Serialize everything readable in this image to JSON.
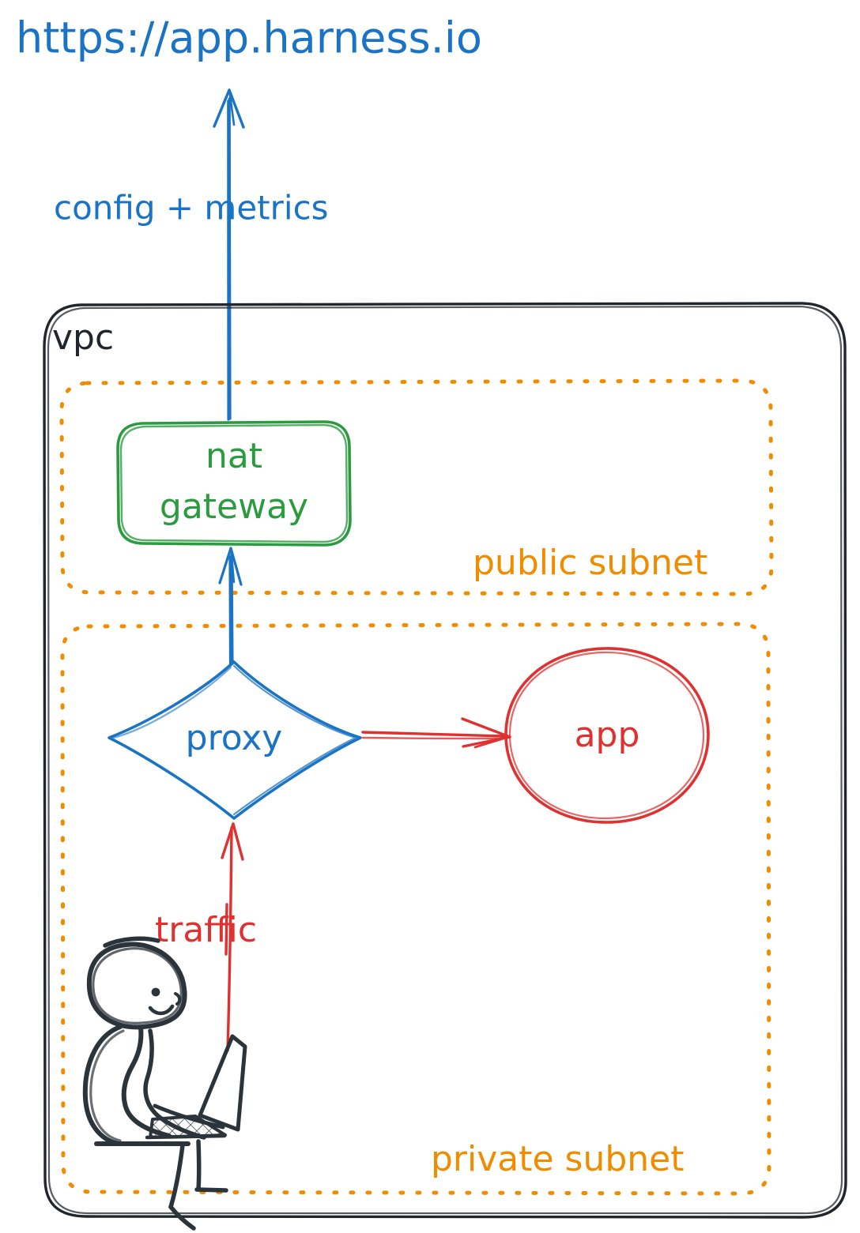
{
  "diagram": {
    "title": "Harness VPC network architecture sketch",
    "style": "hand-drawn whiteboard sketch",
    "colors": {
      "blue": "#1a73c4",
      "green": "#2b9b3f",
      "red": "#e03131",
      "orange": "#f08c00",
      "ink": "#2b333b",
      "background": "#ffffff"
    },
    "external": {
      "url_label": "https://app.harness.io",
      "url_color": "#1a73c4"
    },
    "edges": [
      {
        "id": "nat-to-internet",
        "label": "config + metrics",
        "color": "#1a73c4",
        "from": "nat-gateway",
        "to": "https://app.harness.io",
        "direction": "up"
      },
      {
        "id": "proxy-to-nat",
        "label": "",
        "color": "#1a73c4",
        "from": "proxy",
        "to": "nat-gateway",
        "direction": "up"
      },
      {
        "id": "proxy-to-app",
        "label": "",
        "color": "#e03131",
        "from": "proxy",
        "to": "app",
        "direction": "right"
      },
      {
        "id": "user-to-proxy",
        "label": "traffic",
        "color": "#e03131",
        "from": "user",
        "to": "proxy",
        "direction": "up"
      }
    ],
    "containers": [
      {
        "id": "vpc",
        "label": "vpc",
        "color": "#2b333b",
        "border": "solid",
        "label_position": "top-left"
      },
      {
        "id": "public-subnet",
        "label": "public subnet",
        "color": "#f08c00",
        "border": "dotted",
        "label_position": "bottom-right"
      },
      {
        "id": "private-subnet",
        "label": "private subnet",
        "color": "#f08c00",
        "border": "dotted",
        "label_position": "bottom-right"
      }
    ],
    "nodes": [
      {
        "id": "nat-gateway",
        "label_line1": "nat",
        "label_line2": "gateway",
        "shape": "rounded-rectangle",
        "color": "#2b9b3f",
        "container": "public-subnet"
      },
      {
        "id": "proxy",
        "label": "proxy",
        "shape": "diamond",
        "color": "#1a73c4",
        "container": "private-subnet"
      },
      {
        "id": "app",
        "label": "app",
        "shape": "ellipse",
        "color": "#e03131",
        "container": "private-subnet"
      },
      {
        "id": "user",
        "label": "",
        "shape": "stick-figure-with-laptop",
        "color": "#2b333b",
        "container": "private-subnet"
      }
    ]
  }
}
